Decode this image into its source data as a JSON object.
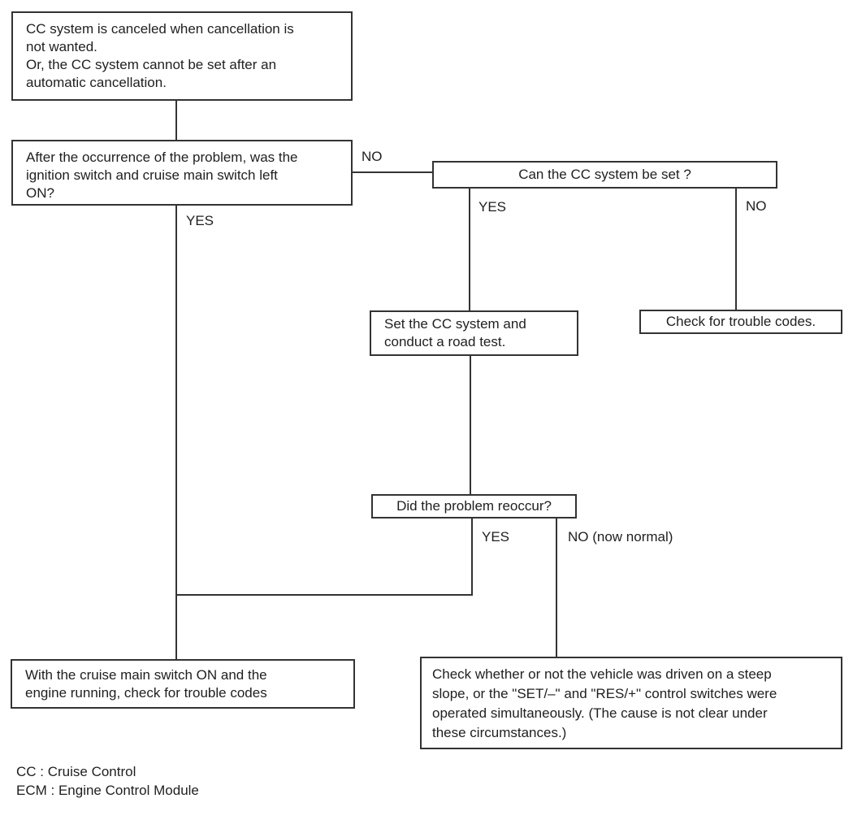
{
  "flowchart": {
    "boxes": {
      "symptom": "CC system is canceled when cancellation is\nnot wanted.\nOr, the CC system cannot be set after an\nautomatic cancellation.",
      "question_switch_left_on": "After the occurrence of the problem, was the\nignition switch and cruise main switch left\nON?",
      "question_can_set": "Can the CC system be set ?",
      "set_and_road_test": "Set the CC system and\nconduct a road test.",
      "check_trouble_codes": "Check for trouble codes.",
      "question_reoccur": "Did the problem reoccur?",
      "check_with_main_switch_on": "With the cruise main switch ON and the\nengine running, check for trouble codes",
      "check_steep_slope": "Check whether or not the vehicle was driven on a steep\nslope, or the \"SET/–\" and \"RES/+\" control switches were\noperated simultaneously. (The cause is not clear under\nthese circumstances.)"
    },
    "labels": {
      "no_switch_left_on": "NO",
      "yes_switch_left_on": "YES",
      "yes_can_set": "YES",
      "no_can_set": "NO",
      "yes_reoccur": "YES",
      "no_reoccur": "NO (now normal)"
    },
    "legend": {
      "cc": "CC : Cruise Control",
      "ecm": "ECM : Engine Control Module"
    }
  }
}
